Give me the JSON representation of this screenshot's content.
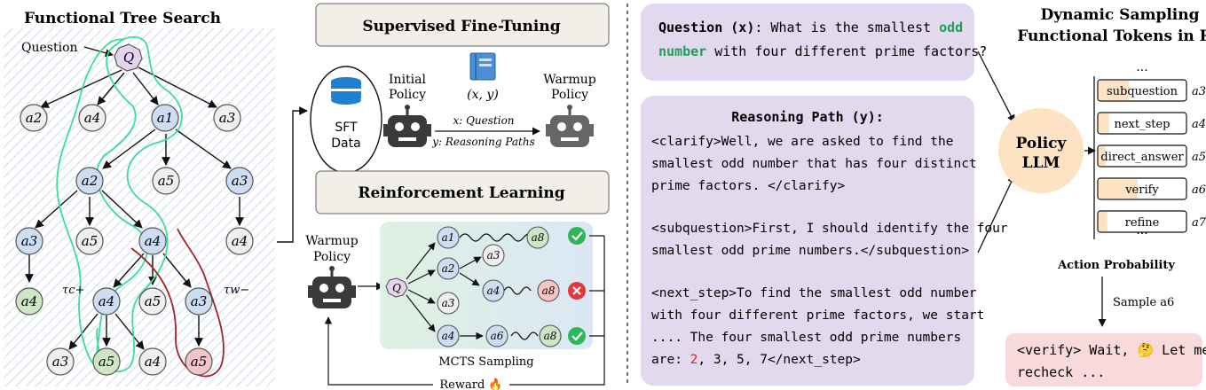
{
  "tree": {
    "title": "Functional Tree Search",
    "question_label": "Question",
    "root": "Q",
    "nodes": {
      "l1": [
        "a2",
        "a4",
        "a1",
        "a3"
      ],
      "l2": [
        "a2",
        "a5",
        "a3"
      ],
      "l3": [
        "a3",
        "a5",
        "a4",
        "a4"
      ],
      "l4": [
        "a4",
        "a4",
        "a5",
        "a3"
      ],
      "l5": [
        "a3",
        "a5",
        "a4",
        "a5"
      ]
    },
    "tau_c": "τc+",
    "tau_w": "τw−"
  },
  "sft": {
    "title": "Supervised Fine-Tuning",
    "data_label_1": "SFT",
    "data_label_2": "Data",
    "initial_policy_1": "Initial",
    "initial_policy_2": "Policy",
    "xy": "(x, y)",
    "warmup_1": "Warmup",
    "warmup_2": "Policy",
    "x_desc": "x: Question",
    "y_desc": "y: Reasoning Paths"
  },
  "rl": {
    "title": "Reinforcement Learning",
    "warmup_1": "Warmup",
    "warmup_2": "Policy",
    "mcts_label": "MCTS Sampling",
    "reward_label": "Reward 🔥",
    "root": "Q",
    "nodes": [
      "a1",
      "a8",
      "a2",
      "a3",
      "a4",
      "a8",
      "a3",
      "a4",
      "a6",
      "a8"
    ]
  },
  "question_box": {
    "label": "Question (x)",
    "text_1": ": What is the smallest ",
    "highlight": "odd",
    "text_2_highlight": "number",
    "text_2": " with four different prime factors?"
  },
  "reasoning_box": {
    "title": "Reasoning Path (y):",
    "lines": [
      "<clarify>Well, we are asked to find the",
      "smallest odd number that has four distinct",
      "prime factors. </clarify>",
      "",
      "<subquestion>First, I should identify the four",
      "smallest odd prime numbers.</subquestion>",
      "",
      "<next_step>To find the smallest odd number",
      "with four different prime factors, we start",
      ".... The four smallest odd prime numbers"
    ],
    "last_line_prefix": "are: ",
    "last_line_red": "2",
    "last_line_rest": ", 3, 5, 7</next_step>"
  },
  "dynamic": {
    "title_1": "Dynamic Sampling",
    "title_2": "Functional Tokens  in RL",
    "policy_1": "Policy",
    "policy_2": "LLM",
    "ellipsis_top": "...",
    "ellipsis_bottom": "...",
    "tokens": [
      {
        "label": "subquestion",
        "sub": "a3",
        "prob": 0.35
      },
      {
        "label": "next_step",
        "sub": "a4",
        "prob": 0.12
      },
      {
        "label": "direct_answer",
        "sub": "a5",
        "prob": 0.08
      },
      {
        "label": "verify",
        "sub": "a6",
        "prob": 0.45
      },
      {
        "label": "refine",
        "sub": "a7",
        "prob": 0.1
      }
    ],
    "action_prob": "Action Probability",
    "sample_label": "Sample a6",
    "output_text_1": "<verify> Wait, 🤔  Let me",
    "output_text_2": "recheck ..."
  },
  "colors": {
    "purple_node": "#e4d4ee",
    "blue_node": "#cdddf3",
    "green_node": "#cfe6c4",
    "red_node": "#f6c4c4",
    "gray_node": "#efefef",
    "green_path": "#3ddc97",
    "red_path": "#a3242a",
    "question_bg": "#e3d9ee",
    "policy_bg": "#fde2c4",
    "output_bg": "#f9dada",
    "odd_green": "#1e9e57"
  }
}
